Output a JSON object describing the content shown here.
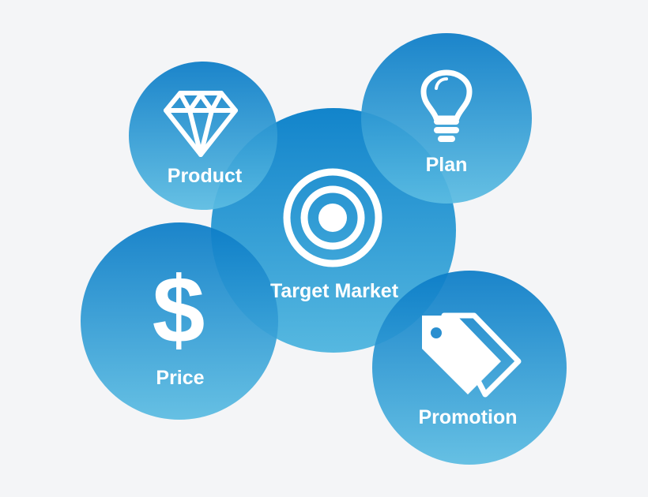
{
  "diagram": {
    "center": {
      "label": "Target Market",
      "icon": "target-icon"
    },
    "nodes": [
      {
        "key": "product",
        "label": "Product",
        "icon": "diamond-icon"
      },
      {
        "key": "plan",
        "label": "Plan",
        "icon": "lightbulb-icon"
      },
      {
        "key": "price",
        "label": "Price",
        "icon": "dollar-sign-icon"
      },
      {
        "key": "promotion",
        "label": "Promotion",
        "icon": "price-tag-icon"
      }
    ]
  },
  "colors": {
    "background": "#f4f5f7",
    "circle_top": "#0b7cc7",
    "circle_bottom": "#5bbce2",
    "overlap": "#0a63b0",
    "text": "#ffffff"
  }
}
